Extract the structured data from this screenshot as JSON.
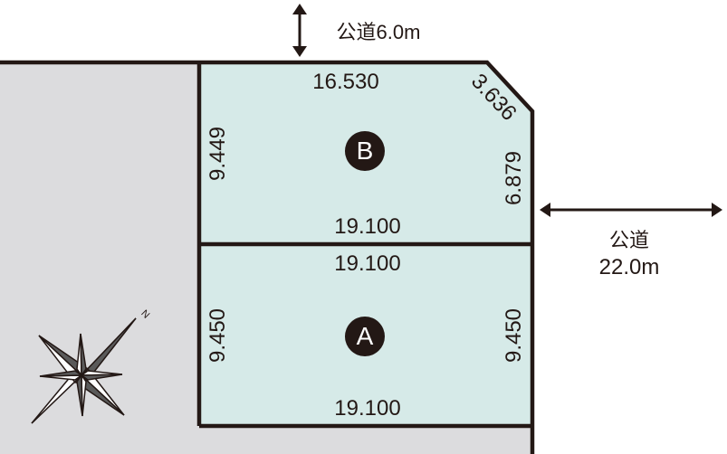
{
  "roads": {
    "top": {
      "label": "公道6.0m"
    },
    "right": {
      "label_line1": "公道",
      "label_line2": "22.0m"
    }
  },
  "lots": {
    "B": {
      "label": "B",
      "top": "16.530",
      "corner": "3.636",
      "right": "6.879",
      "left": "9.449",
      "bottom": "19.100"
    },
    "A": {
      "label": "A",
      "top": "19.100",
      "left": "9.450",
      "right": "9.450",
      "bottom": "19.100"
    }
  },
  "compass": {
    "north_label": "N"
  },
  "colors": {
    "lot_fill": "#d6eae8",
    "neighbor_fill": "#dcdcde",
    "line": "#231815"
  }
}
